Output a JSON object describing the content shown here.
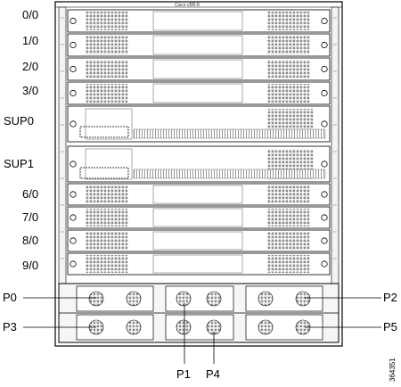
{
  "device": {
    "brand_label": "Cisco cBR-8"
  },
  "slot_labels": [
    "0/0",
    "1/0",
    "2/0",
    "3/0",
    "SUP0",
    "SUP1",
    "6/0",
    "7/0",
    "8/0",
    "9/0"
  ],
  "power_labels": {
    "p0": "P0",
    "p1": "P1",
    "p2": "P2",
    "p3": "P3",
    "p4": "P4",
    "p5": "P5"
  },
  "figure_id": "364351"
}
